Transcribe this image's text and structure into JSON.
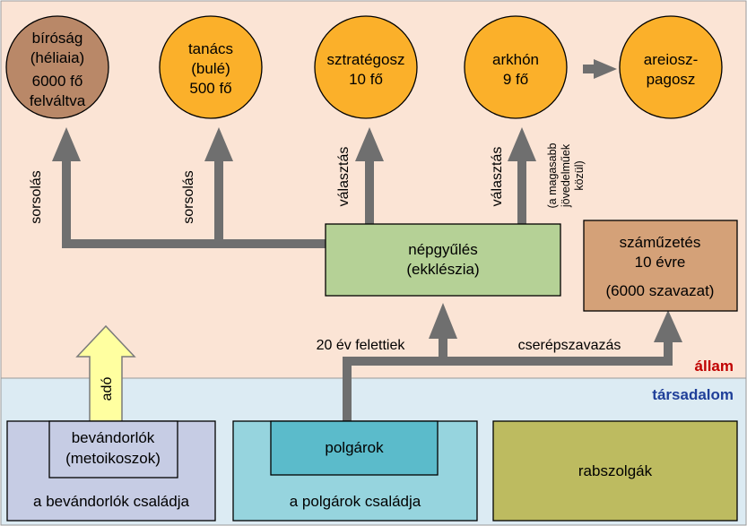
{
  "zones": {
    "state": "állam",
    "society": "társadalom",
    "state_color": "#FBE4D5",
    "society_color": "#DCEBF3",
    "state_label_color": "#C00000",
    "society_label_color": "#1F3F99"
  },
  "institutions": {
    "court": {
      "line1": "bíróság",
      "line2": "(héliaia)",
      "line3": "6000 fő",
      "line4": "felváltva"
    },
    "council": {
      "line1": "tanács",
      "line2": "(bulé)",
      "line3": "500 fő"
    },
    "strategos": {
      "line1": "sztratégosz",
      "line2": "10 fő"
    },
    "archon": {
      "line1": "arkhón",
      "line2": "9 fő"
    },
    "areopagus": {
      "line1": "areiosz-",
      "line2": "pagosz"
    }
  },
  "assembly": {
    "line1": "népgyűlés",
    "line2": "(ekklészia)"
  },
  "ostracism": {
    "line1": "száműzetés",
    "line2": "10 évre",
    "line3": "(6000 szavazat)"
  },
  "arrows": {
    "lot1": "sorsolás",
    "lot2": "sorsolás",
    "election1": "választás",
    "election2": "választás",
    "wealthy_note": {
      "line1": "(a magasabb",
      "line2": "jövedelműek",
      "line3": "közül)"
    },
    "over20": "20 év felettiek",
    "potsherd": "cserépszavazás",
    "tax": "adó"
  },
  "society": {
    "foreigners": {
      "line1": "bevándorlók",
      "line2": "(metoikoszok)"
    },
    "foreigners_family": "a bevándorlók családja",
    "citizens": "polgárok",
    "citizens_family": "a polgárok családja",
    "slaves": "rabszolgák"
  },
  "colors": {
    "circle": "#FBB02A",
    "court_circle": "#B98868",
    "assembly": "#B5D196",
    "ostracism": "#D4A178",
    "arrow": "#6F6F6F",
    "tax_arrow": "#FFFFA0",
    "foreigners_box": "#C6CCE4",
    "citizens_box": "#96D4DE",
    "citizens_inner": "#5BBBCB",
    "slaves_box": "#BDBB60"
  }
}
